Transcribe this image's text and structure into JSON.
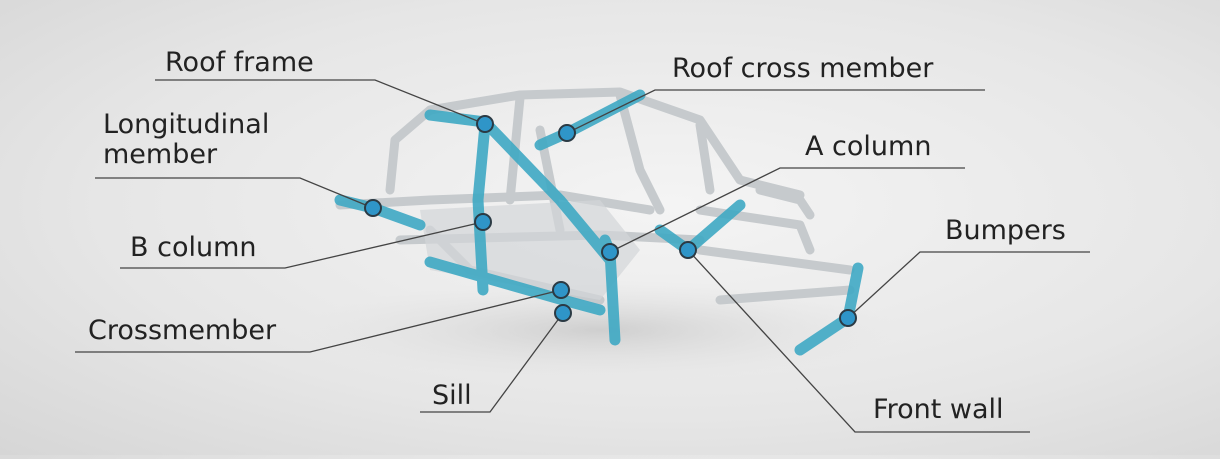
{
  "labels": {
    "roof_frame": "Roof frame",
    "roof_cross_member": "Roof cross member",
    "longitudinal_member_line1": "Longitudinal",
    "longitudinal_member_line2": "member",
    "a_column": "A column",
    "b_column": "B column",
    "bumpers": "Bumpers",
    "crossmember": "Crossmember",
    "sill": "Sill",
    "front_wall": "Front wall"
  },
  "colors": {
    "highlight": "#3fa9c4",
    "frame": "#c9cdd0",
    "leader": "#444444"
  }
}
